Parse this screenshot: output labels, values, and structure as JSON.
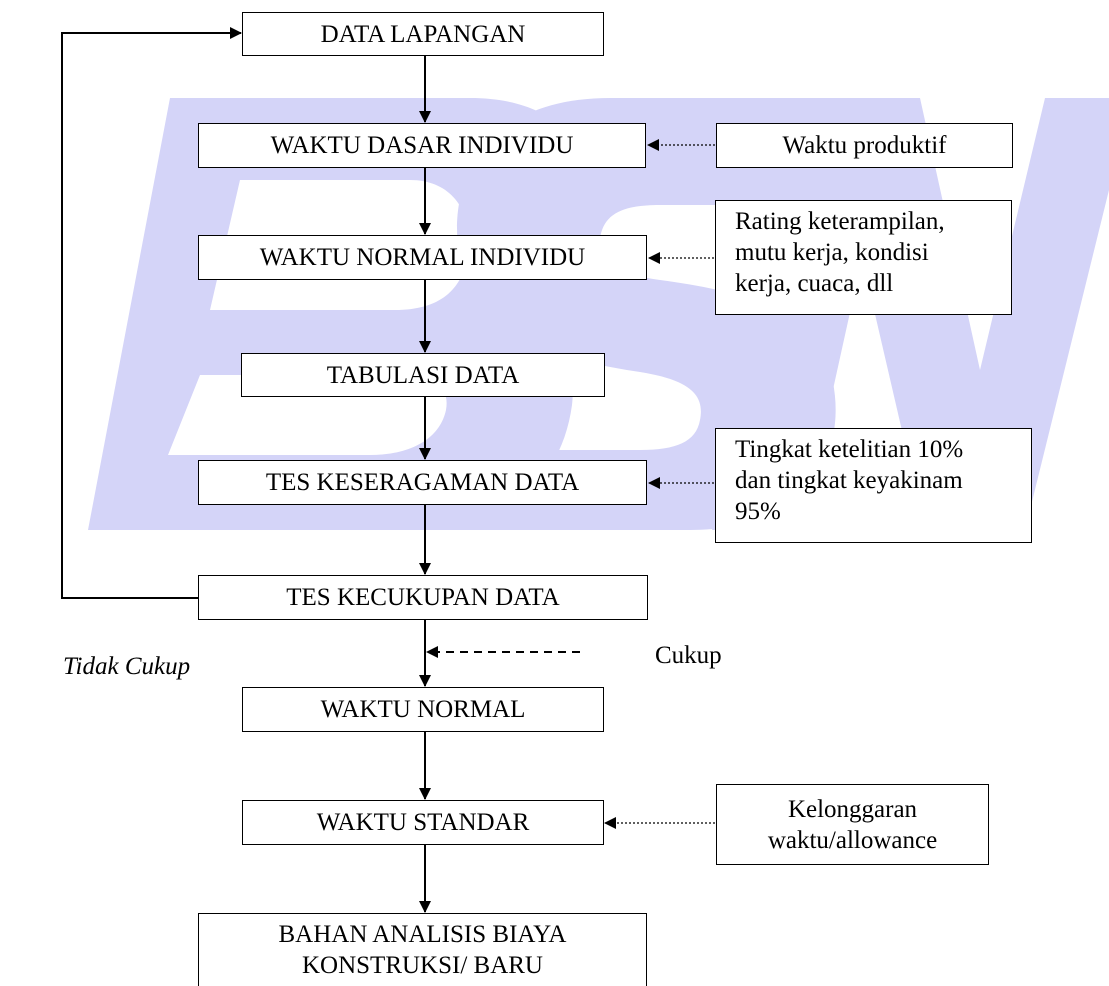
{
  "watermark": {
    "text": "BSN",
    "color": "#d4d4f8"
  },
  "colors": {
    "line": "#000000",
    "box_border": "#000000",
    "box_fill": "#ffffff"
  },
  "boxes": {
    "data_lapangan": "DATA LAPANGAN",
    "waktu_dasar_individu": "WAKTU DASAR INDIVIDU",
    "waktu_produktif": "Waktu produktif",
    "waktu_normal_individu": "WAKTU NORMAL INDIVIDU",
    "rating": [
      "Rating keterampilan,",
      "mutu kerja, kondisi",
      "kerja, cuaca, dll"
    ],
    "tabulasi_data": "TABULASI DATA",
    "tes_keseragaman_data": "TES KESERAGAMAN DATA",
    "tingkat": [
      "Tingkat ketelitian 10%",
      "dan tingkat keyakinam",
      "95%"
    ],
    "tes_kecukupan_data": "TES KECUKUPAN DATA",
    "waktu_normal": "WAKTU NORMAL",
    "waktu_standar": "WAKTU STANDAR",
    "kelonggaran": [
      "Kelonggaran",
      "waktu/allowance"
    ],
    "bahan_analisis": [
      "BAHAN ANALISIS BIAYA",
      "KONSTRUKSI/ BARU"
    ]
  },
  "labels": {
    "cukup": "Cukup",
    "tidak_cukup": "Tidak Cukup"
  }
}
